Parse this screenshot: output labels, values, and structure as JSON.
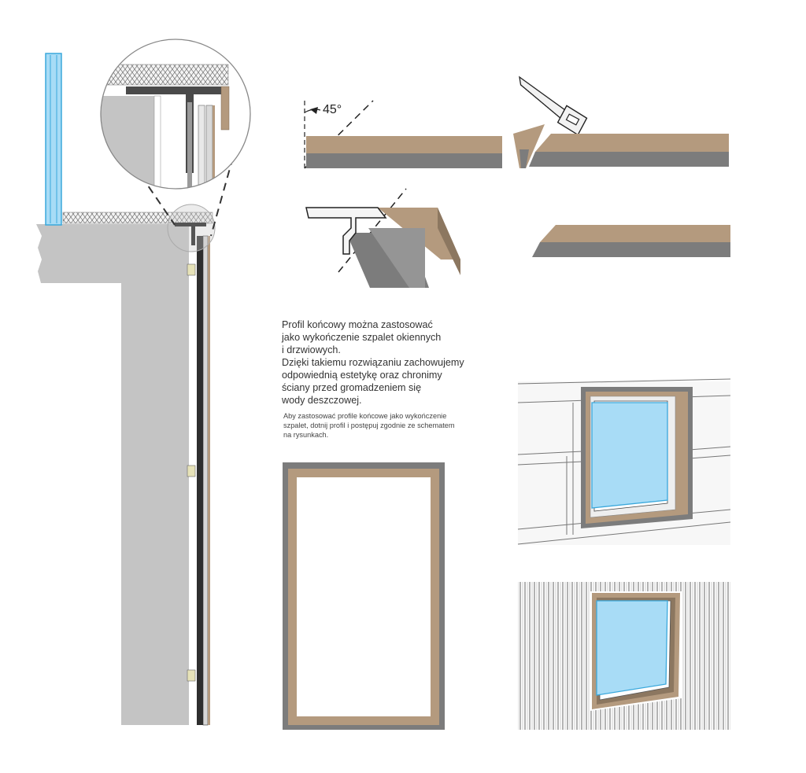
{
  "angle_label": "45°",
  "description": {
    "lines": [
      "Profil końcowy można zastosować",
      "jako wykończenie szpalet okiennych",
      "i drzwiowych.",
      "Dzięki takiemu rozwiązaniu zachowujemy",
      "odpowiednią estetykę oraz chronimy",
      "ściany przed gromadzeniem się",
      "wody deszczowej."
    ]
  },
  "note": {
    "lines": [
      "Aby zastosować profile końcowe jako wykończenie",
      "szpalet, dotnij profil i postępuj zgodnie ze schematem",
      "na rysunkach."
    ]
  },
  "colors": {
    "wood": "#b49a7e",
    "concrete": "#c4c4c4",
    "dark_gray": "#5a5a5a",
    "glass": "#a8dcf6",
    "glass_edge": "#3aa8dc",
    "profile": "#4a4a4a"
  }
}
